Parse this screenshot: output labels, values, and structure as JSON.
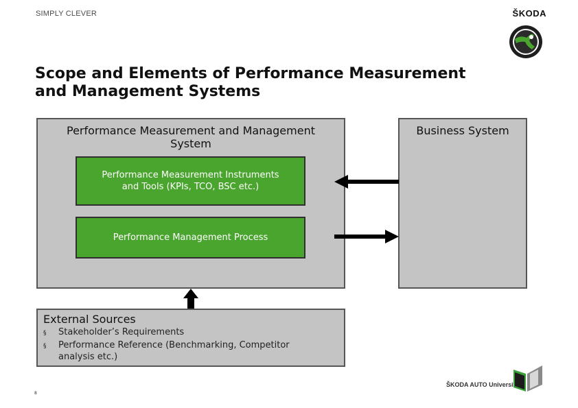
{
  "header": {
    "tagline": "SIMPLY CLEVER",
    "brand": "ŠKODA"
  },
  "title_line1": "Scope and Elements of Performance Measurement",
  "title_line2": "and Management Systems",
  "pmm_box": {
    "title_line1": "Performance Measurement and Management",
    "title_line2": "System",
    "instruments_line1": "Performance Measurement Instruments",
    "instruments_line2": "and Tools  (KPIs, TCO, BSC etc.)",
    "process": "Performance Management Process"
  },
  "business_box": {
    "title": "Business System"
  },
  "external": {
    "title": "External Sources",
    "items": [
      {
        "line1": "Stakeholder’s Requirements",
        "line2": ""
      },
      {
        "line1": "Performance Reference (Benchmarking, Competitor",
        "line2": "analysis etc.)"
      }
    ],
    "bullet": "§"
  },
  "footer": {
    "page_number": "8",
    "university": "ŠKODA AUTO University"
  },
  "colors": {
    "gray_box": "#c4c4c4",
    "green_box": "#4aa52e",
    "arrow": "#000000"
  }
}
